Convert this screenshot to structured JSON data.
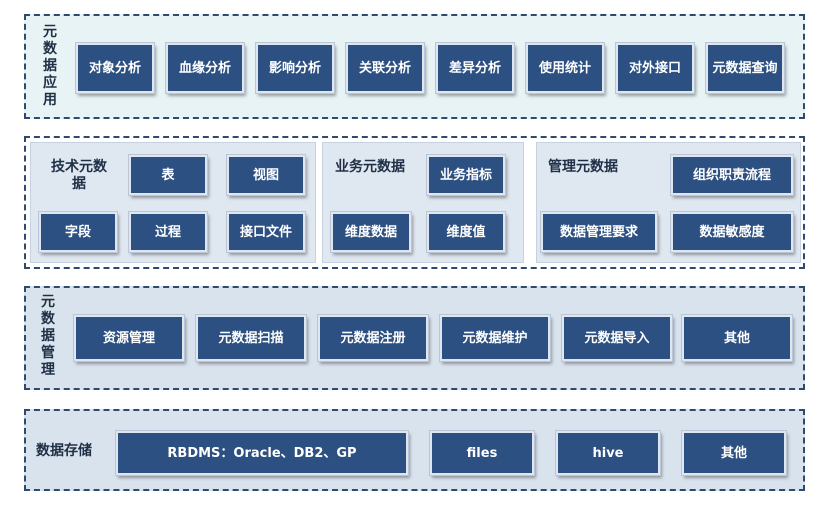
{
  "metadata_application": {
    "label": "元数据应用",
    "items": [
      "对象分析",
      "血缘分析",
      "影响分析",
      "关联分析",
      "差异分析",
      "使用统计",
      "对外接口",
      "元数据查询"
    ]
  },
  "metadata_types": {
    "technical": {
      "label": "技术元数据",
      "items": [
        "表",
        "视图",
        "字段",
        "过程",
        "接口文件"
      ]
    },
    "business": {
      "label": "业务元数据",
      "items": [
        "业务指标",
        "维度数据",
        "维度值"
      ]
    },
    "management": {
      "label": "管理元数据",
      "items": [
        "组织职责流程",
        "数据管理要求",
        "数据敏感度"
      ]
    }
  },
  "metadata_management": {
    "label": "元数据管理",
    "items": [
      "资源管理",
      "元数据扫描",
      "元数据注册",
      "元数据维护",
      "元数据导入",
      "其他"
    ]
  },
  "data_storage": {
    "label": "数据存储",
    "items": [
      "RBDMS：Oracle、DB2、GP",
      "files",
      "hive",
      "其他"
    ]
  },
  "colors": {
    "box_fill": "#2c5082",
    "box_text": "#ffffff",
    "app_layer_bg": "#e7f3f4",
    "mgmt_layer_bg": "#d9e3ee",
    "subpanel_bg": "#dfe7f1",
    "dashed_border": "#2f4a6c"
  }
}
